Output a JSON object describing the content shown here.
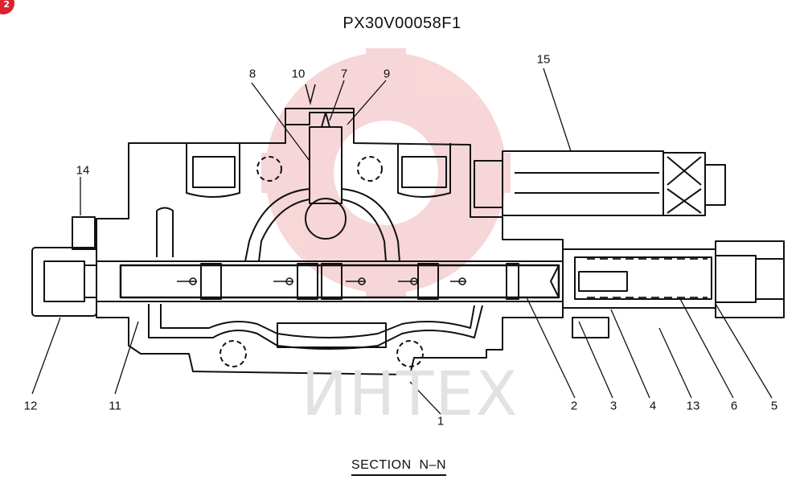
{
  "corner_badge": "2",
  "drawing_code": "PX30V00058F1",
  "section_title": "SECTION  N–N",
  "watermark_text": "ИНТЕХ",
  "watermark_color": "#d9232d",
  "callouts": {
    "c1": "1",
    "c2": "2",
    "c3": "3",
    "c4": "4",
    "c5": "5",
    "c6": "6",
    "c7": "7",
    "c8": "8",
    "c9": "9",
    "c10": "10",
    "c11": "11",
    "c12": "12",
    "c13": "13",
    "c14": "14",
    "c15": "15"
  }
}
